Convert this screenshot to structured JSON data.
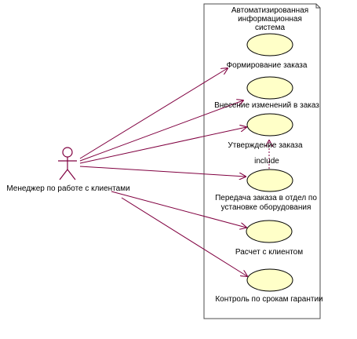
{
  "diagram": {
    "system": {
      "title_lines": [
        "Автоматизированная",
        "информационная",
        "система"
      ]
    },
    "actor": {
      "label": "Менеджер по работе с клиентами",
      "icon": "stick-figure-actor-icon"
    },
    "use_cases": [
      {
        "lines": [
          "Формирование заказа"
        ]
      },
      {
        "lines": [
          "Внесение изменений в заказ"
        ]
      },
      {
        "lines": [
          "Утверждение заказа"
        ]
      },
      {
        "lines": [
          "Передача заказа в отдел по",
          "установке оборудования"
        ]
      },
      {
        "lines": [
          "Расчет с клиентом"
        ]
      },
      {
        "lines": [
          "Контроль по срокам гарантии"
        ]
      }
    ],
    "include_label": "include",
    "colors": {
      "border": "#4d4d4d",
      "association": "#800040",
      "usecase_fill": "#ffffc8",
      "usecase_stroke": "#000000",
      "include_arrow": "#800040"
    }
  }
}
